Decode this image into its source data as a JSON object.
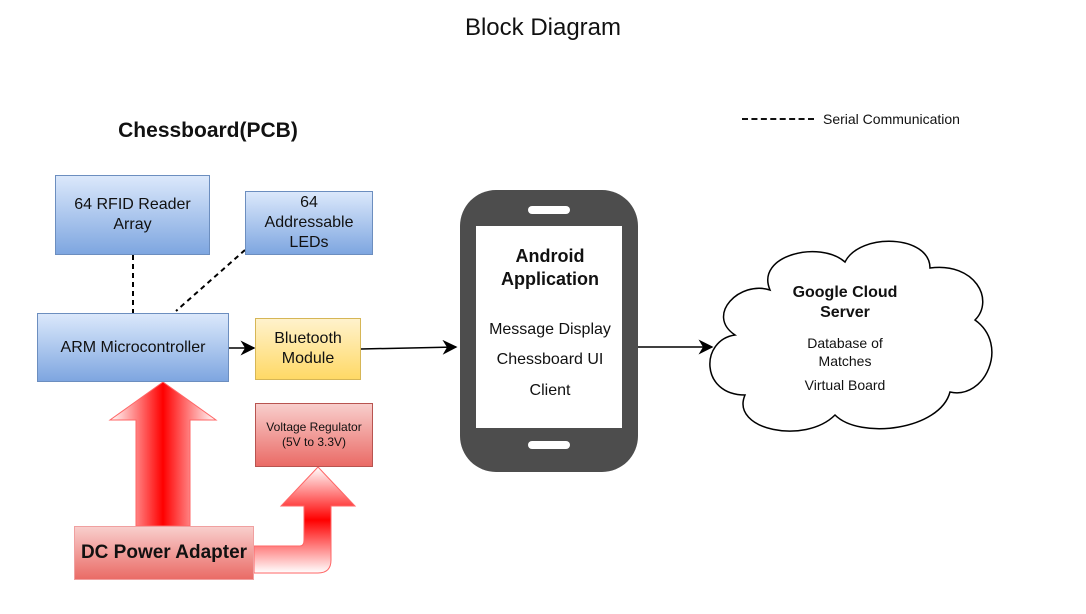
{
  "title": "Block Diagram",
  "legend": {
    "label": "Serial Communication"
  },
  "chessboard": {
    "title": "Chessboard(PCB)",
    "rfid": [
      "64 RFID Reader",
      "Array"
    ],
    "leds": [
      "64",
      "Addressable",
      "LEDs"
    ],
    "microcontroller": "ARM Microcontroller",
    "bluetooth": [
      "Bluetooth",
      "Module"
    ],
    "regulator": [
      "Voltage Regulator",
      "(5V to 3.3V)"
    ]
  },
  "power": {
    "label": "DC Power Adapter"
  },
  "phone": {
    "title": [
      "Android",
      "Application"
    ],
    "items": [
      "Message Display",
      "Chessboard UI",
      "Client"
    ]
  },
  "cloud": {
    "title": [
      "Google Cloud",
      "Server"
    ],
    "items": [
      [
        "Database of",
        "Matches"
      ],
      "Virtual Board"
    ]
  },
  "colors": {
    "blue_fill": "#7ea6e0",
    "yellow_fill": "#ffd966",
    "red_fill": "#ea6b66",
    "power_arrow": "#ff0000",
    "phone_body": "#4d4d4d"
  }
}
